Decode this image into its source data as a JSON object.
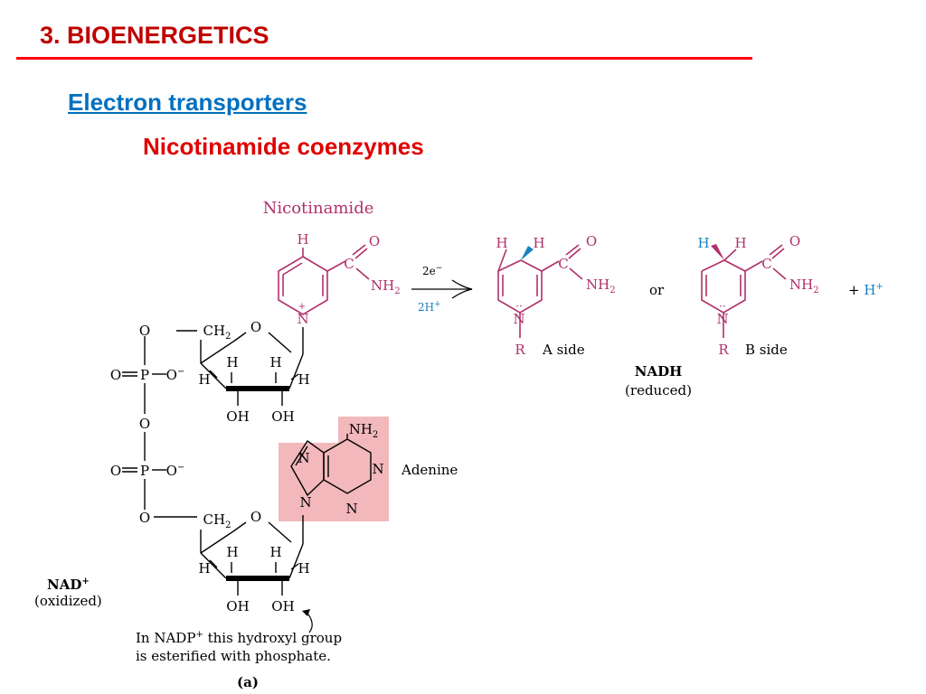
{
  "slide": {
    "title": "3. BIOENERGETICS",
    "subtitle": "Electron transporters",
    "heading": "Nicotinamide coenzymes"
  },
  "figure": {
    "nicotinamide_label": "Nicotinamide",
    "adenine_label": "Adenine",
    "nad_label": "NAD",
    "nad_state": "(oxidized)",
    "nadh_label": "NADH",
    "nadh_state": "(reduced)",
    "a_side": "A side",
    "b_side": "B side",
    "or": "or",
    "arrow_top": "2e",
    "arrow_bottom": "2H",
    "proton": "+ H",
    "note_line1": "In NADP",
    "note_line1_rest": " this hydroxyl group",
    "note_line2": "is esterified with phosphate.",
    "panel": "(a)"
  },
  "colors": {
    "title": "#c00000",
    "rule": "#ff0000",
    "subtitle": "#0070c0",
    "heading": "#e00000",
    "nicotinamide": "#b0306a",
    "adenine_box": "#f2b8bc",
    "proton_blue": "#1a7fc0"
  }
}
